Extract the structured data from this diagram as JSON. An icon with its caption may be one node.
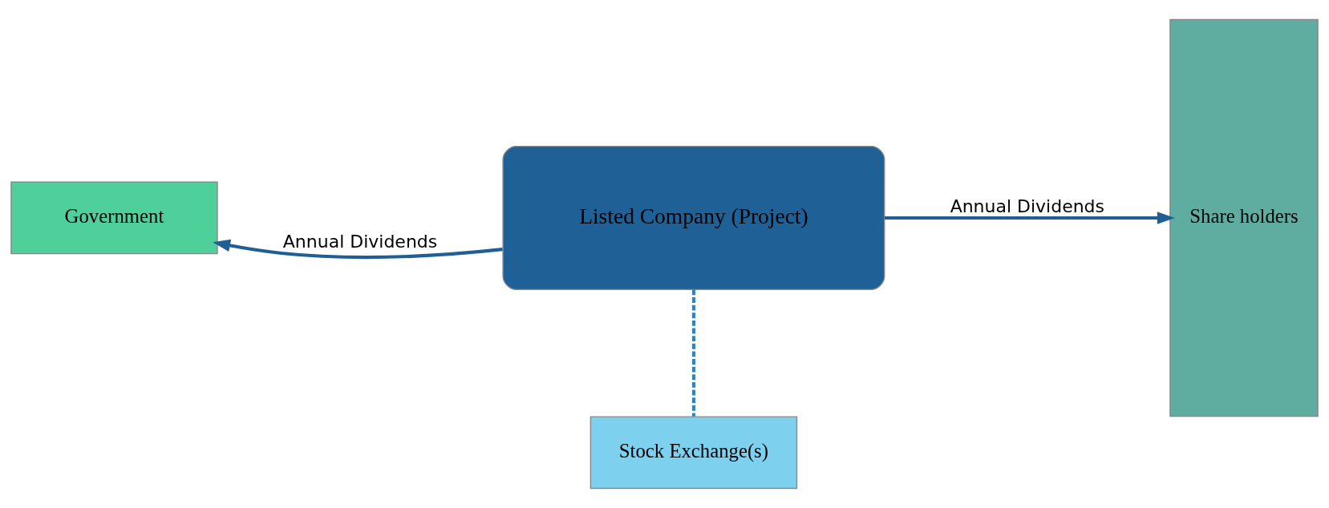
{
  "diagram": {
    "nodes": [
      {
        "text": [
          "Stock Exchange(s)"
        ]
      },
      {
        "text": [
          "Government"
        ]
      },
      {
        "text": [
          "Listed Company (Project)"
        ]
      },
      {
        "text": [
          "Share holders"
        ]
      }
    ],
    "edges": [
      {
        "from": 2,
        "to": 0,
        "arrow": "none",
        "style": "dashed",
        "color": "#2a86c8"
      },
      {
        "from": 2,
        "to": 1,
        "arrow": "to",
        "label": "Annual Dividends"
      },
      {
        "from": 2,
        "to": 3,
        "arrow": "to",
        "label": "Annual Dividends"
      }
    ]
  }
}
